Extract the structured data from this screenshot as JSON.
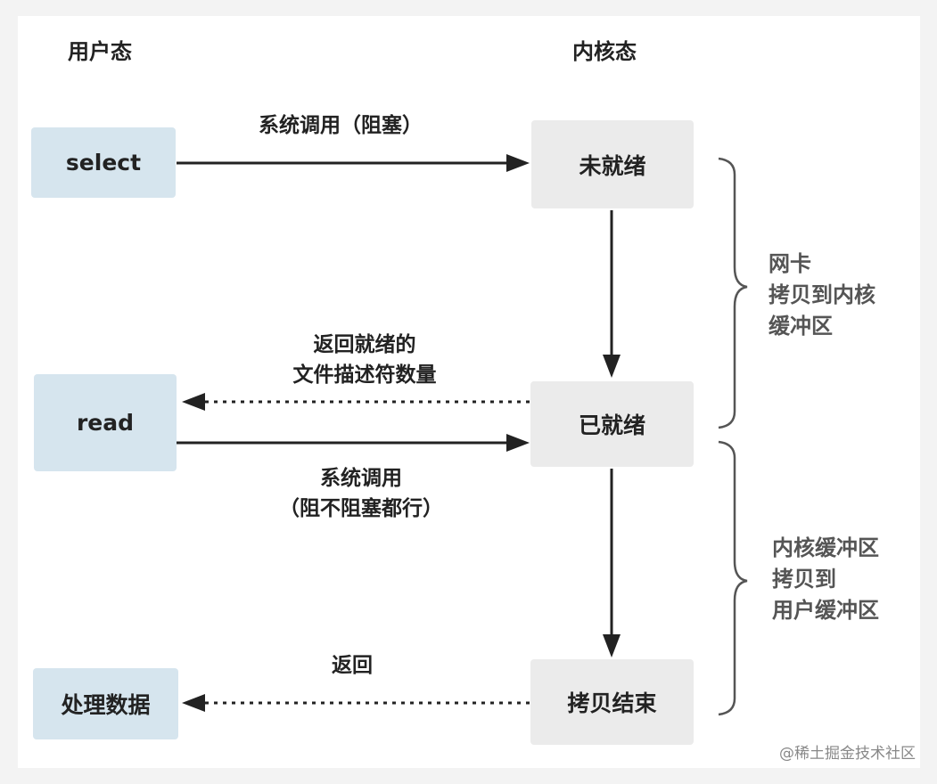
{
  "headers": {
    "user_mode": "用户态",
    "kernel_mode": "内核态"
  },
  "user_boxes": {
    "select": "select",
    "read": "read",
    "process": "处理数据"
  },
  "kernel_boxes": {
    "not_ready": "未就绪",
    "ready": "已就绪",
    "copy_done": "拷贝结束"
  },
  "arrow_labels": {
    "syscall_blocking": "系统调用（阻塞）",
    "return_ready": [
      "返回就绪的",
      "文件描述符数量"
    ],
    "syscall_read": [
      "系统调用",
      "（阻不阻塞都行）"
    ],
    "return": "返回"
  },
  "side_labels": {
    "nic_copy": [
      "网卡",
      "拷贝到内核",
      "缓冲区"
    ],
    "kernel_to_user": [
      "内核缓冲区",
      "拷贝到",
      "用户缓冲区"
    ]
  },
  "watermark": "@稀土掘金技术社区",
  "colors": {
    "user_box": "#d6e5ee",
    "kernel_box": "#ebebeb",
    "arrow": "#222222",
    "side_text": "#555555"
  }
}
